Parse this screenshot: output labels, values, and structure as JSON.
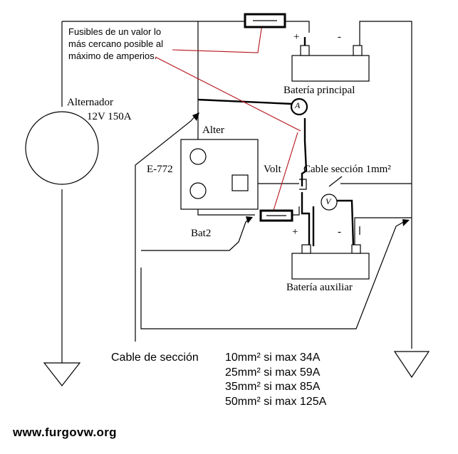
{
  "labels": {
    "note": [
      "Fusibles de un valor lo",
      "más cercano posible al",
      "máximo de amperios."
    ],
    "alternator_name": "Alternador",
    "alternator_spec": "12V 150A",
    "alter": "Alter",
    "e772": "E-772",
    "volt": "Volt",
    "cable_section": "Cable sección 1mm²",
    "bat2": "Bat2",
    "battery_main": "Batería principal",
    "battery_aux": "Batería auxiliar",
    "plus_main": "+",
    "minus_main": "-",
    "plus_aux": "+",
    "minus_aux": "-",
    "ammeter": "A",
    "voltmeter": "V",
    "table_title": "Cable de sección",
    "cable_sizes": [
      "10mm² si max 34A",
      "25mm² si max 59A",
      "35mm² si max 85A",
      "50mm² si max 125A"
    ],
    "website": "www.furgovw.org"
  }
}
